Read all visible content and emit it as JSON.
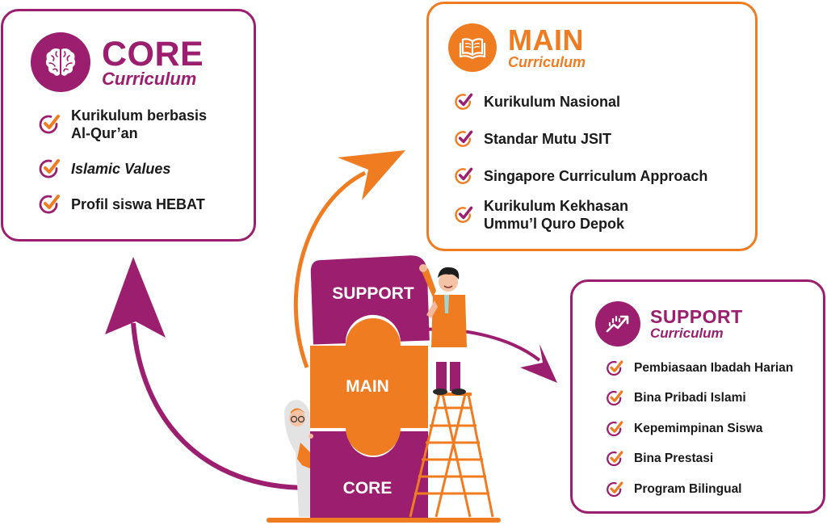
{
  "colors": {
    "purple": "#9B1F6E",
    "orange": "#F07C22",
    "text": "#1a1a1a"
  },
  "core": {
    "icon": "brain-icon",
    "title": "CORE",
    "subtitle": "Curriculum",
    "items": [
      {
        "line1": "Kurikulum berbasis",
        "line2": "Al-Qur’an"
      },
      {
        "line1": "Islamic Values"
      },
      {
        "line1": "Profil siswa ",
        "bold": "HEBAT"
      }
    ]
  },
  "main": {
    "icon": "open-book-icon",
    "title": "MAIN",
    "subtitle": "Curriculum",
    "items": [
      {
        "line1": "Kurikulum Nasional"
      },
      {
        "line1": "Standar Mutu JSIT"
      },
      {
        "line1": "Singapore Curriculum Approach"
      },
      {
        "line1": "Kurikulum Kekhasan",
        "line2": "Ummu’l Quro Depok"
      }
    ]
  },
  "support": {
    "icon": "growth-chart-icon",
    "title": "SUPPORT",
    "subtitle": "Curriculum",
    "items": [
      {
        "line1": "Pembiasaan Ibadah Harian"
      },
      {
        "line1": "Bina Pribadi Islami"
      },
      {
        "line1": "Kepemimpinan Siswa"
      },
      {
        "line1": "Bina Prestasi"
      },
      {
        "line1": "Program Bilingual"
      }
    ]
  },
  "puzzle": {
    "top": "SUPPORT",
    "middle": "MAIN",
    "bottom": "CORE"
  }
}
